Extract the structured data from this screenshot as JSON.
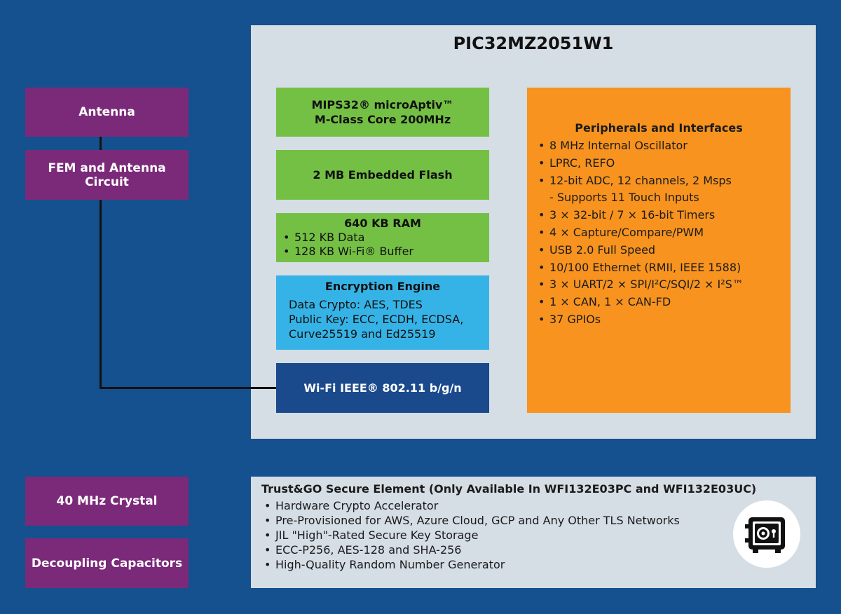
{
  "left_blocks": {
    "antenna": "Antenna",
    "fem": "FEM and Antenna Circuit",
    "crystal": "40 MHz Crystal",
    "caps": "Decoupling Capacitors"
  },
  "chip": {
    "title": "PIC32MZ2051W1",
    "core": {
      "line1": "MIPS32® microAptiv™",
      "line2": "M-Class Core 200MHz"
    },
    "flash": "2 MB Embedded Flash",
    "ram": {
      "title": "640 KB RAM",
      "items": [
        "512 KB Data",
        "128 KB Wi-Fi® Buffer"
      ]
    },
    "encryption": {
      "title": "Encryption Engine",
      "lines": [
        "Data Crypto: AES, TDES",
        "Public Key: ECC, ECDH, ECDSA,",
        "Curve25519 and Ed25519"
      ]
    },
    "wifi": "Wi-Fi IEEE® 802.11 b/g/n",
    "peripherals": {
      "title": "Peripherals and Interfaces",
      "items": [
        "8 MHz Internal Oscillator",
        "LPRC, REFO",
        "12-bit ADC, 12 channels, 2 Msps",
        "3 × 32-bit / 7 × 16-bit Timers",
        "4 × Capture/Compare/PWM",
        "USB 2.0 Full Speed",
        "10/100 Ethernet (RMII, IEEE 1588)",
        "3 × UART/2 × SPI/I²C/SQI/2 × I²S™",
        "1 × CAN, 1 × CAN-FD",
        "37 GPIOs"
      ],
      "sub_item": "- Supports 11 Touch Inputs"
    }
  },
  "secure_element": {
    "title": "Trust&GO Secure Element (Only Available In WFI132E03PC and WFI132E03UC)",
    "items": [
      "Hardware Crypto Accelerator",
      "Pre-Provisioned for AWS, Azure Cloud, GCP and Any Other TLS Networks",
      "JIL \"High\"-Rated Secure Key Storage",
      "ECC-P256, AES-128 and SHA-256",
      "High-Quality Random Number Generator"
    ],
    "icon": "safe-lock-icon"
  },
  "colors": {
    "background": "#15508f",
    "purple": "#7b2a7a",
    "green": "#74c044",
    "cyan": "#36b3e6",
    "navy": "#1a4a8c",
    "orange": "#f7931e",
    "panel": "#d5dde5"
  }
}
